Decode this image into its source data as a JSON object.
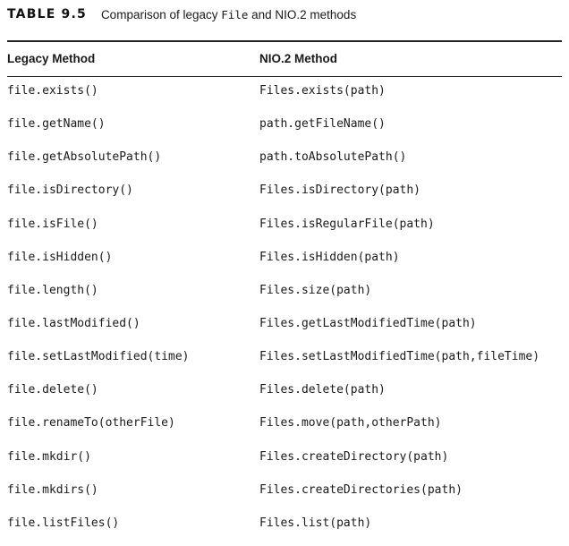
{
  "caption": {
    "label": "TABLE 9.5",
    "text_before": "Comparison of legacy ",
    "text_code": "File",
    "text_after": " and NIO.2 methods"
  },
  "table": {
    "headers": [
      "Legacy Method",
      "NIO.2 Method"
    ],
    "rows": [
      [
        "file.exists()",
        "Files.exists(path)"
      ],
      [
        "file.getName()",
        "path.getFileName()"
      ],
      [
        "file.getAbsolutePath()",
        "path.toAbsolutePath()"
      ],
      [
        "file.isDirectory()",
        "Files.isDirectory(path)"
      ],
      [
        "file.isFile()",
        "Files.isRegularFile(path)"
      ],
      [
        "file.isHidden()",
        "Files.isHidden(path)"
      ],
      [
        "file.length()",
        "Files.size(path)"
      ],
      [
        "file.lastModified()",
        "Files.getLastModifiedTime(path)"
      ],
      [
        "file.setLastModified(time)",
        "Files.setLastModifiedTime(path,fileTime)"
      ],
      [
        "file.delete()",
        "Files.delete(path)"
      ],
      [
        "file.renameTo(otherFile)",
        "Files.move(path,otherPath)"
      ],
      [
        "file.mkdir()",
        "Files.createDirectory(path)"
      ],
      [
        "file.mkdirs()",
        "Files.createDirectories(path)"
      ],
      [
        "file.listFiles()",
        "Files.list(path)"
      ]
    ]
  }
}
